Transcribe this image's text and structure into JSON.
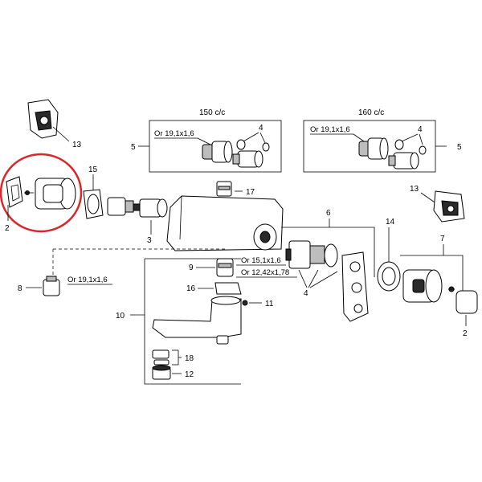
{
  "labels": {
    "n2": "2",
    "n3": "3",
    "n4": "4",
    "n5": "5",
    "n6": "6",
    "n7": "7",
    "n8": "8",
    "n9": "9",
    "n10": "10",
    "n11": "11",
    "n12": "12",
    "n13": "13",
    "n14": "14",
    "n15": "15",
    "n16": "16",
    "n17": "17",
    "n18": "18"
  },
  "spacing": {
    "c150": "150 c/c",
    "c160": "160 c/c"
  },
  "orings": {
    "o191": "Or 19,1x1,6",
    "o151": "Or 15,1x1,6",
    "o1242": "Or 12,42x1,78"
  },
  "colors": {
    "highlight": "#d9262b",
    "stroke": "#000000",
    "fill": "#ffffff"
  }
}
